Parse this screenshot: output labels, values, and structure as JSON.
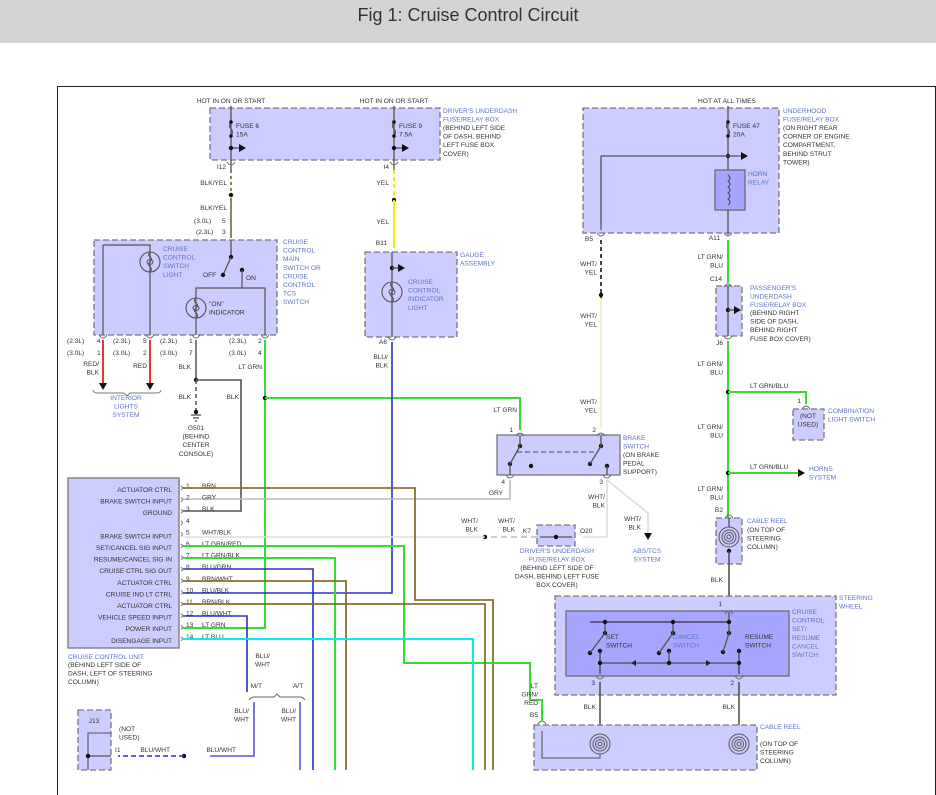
{
  "title": "Fig 1: Cruise Control Circuit",
  "wire_colors": {
    "BLK": "#555555",
    "YEL": "#f2f200",
    "LT_GRN": "#33dd33",
    "BLU": "#2233cc",
    "BLU_WHT": "#5555dd",
    "RED": "#ee3333",
    "BRN": "#8a6e2e",
    "GRY": "#bbbbbb",
    "WHT": "#dddddd",
    "LT_BLU": "#00eeee",
    "WHT_YEL": "#eeeeaa",
    "LT_GRN_RED": "#33dd33",
    "BLK_YEL": "#6b6b3a"
  },
  "power": {
    "hot1": "HOT IN ON OR START",
    "hot2": "HOT IN ON OR START",
    "hot3": "HOT AT ALL TIMES"
  },
  "drivers_fuse_box": {
    "label": [
      "DRIVER'S UNDERDASH",
      "FUSE/RELAY BOX"
    ],
    "location": [
      "(BEHIND LEFT SIDE",
      "OF DASH, BEHIND",
      "LEFT FUSE BOX",
      "COVER)"
    ],
    "fuse6": [
      "FUSE 6",
      "15A"
    ],
    "fuse9": [
      "FUSE 9",
      "7.5A"
    ],
    "conn_i12": "I12",
    "conn_i4": "I4"
  },
  "underhood_box": {
    "label": [
      "UNDERHOOD",
      "FUSE/RELAY BOX"
    ],
    "location": [
      "(ON RIGHT REAR",
      "CORNER OF ENGINE",
      "COMPARTMENT,",
      "BEHIND STRUT",
      "TOWER)"
    ],
    "fuse47": [
      "FUSE 47",
      "20A"
    ],
    "relay": [
      "HORN",
      "RELAY"
    ],
    "conn_b5": "B5",
    "conn_a11": "A11"
  },
  "wires_top": {
    "blk_yel_1": "BLK/YEL",
    "blk_yel_2": "BLK/YEL",
    "pin30": "(3.0L)",
    "pin30n": "5",
    "pin23": "(2.3L)",
    "pin23n": "3",
    "yel_1": "YEL",
    "yel_2": "YEL",
    "b11": "B11"
  },
  "main_switch": {
    "label": [
      "CRUISE",
      "CONTROL",
      "MAIN",
      "SWITCH OR",
      "CRUISE",
      "CONTROL",
      "TCS",
      "SWITCH"
    ],
    "light": [
      "CRUISE",
      "CONTROL",
      "SWITCH",
      "LIGHT"
    ],
    "off": "OFF",
    "on": "ON",
    "indicator": [
      "\"ON\"",
      "INDICATOR"
    ],
    "pins": [
      {
        "l23": "(2.3L)",
        "n23": "4",
        "l30": "(3.0L)",
        "n30": "1"
      },
      {
        "l23": "(2.3L)",
        "n23": "5",
        "l30": "(3.0L)",
        "n30": "2"
      },
      {
        "l23": "(2.3L)",
        "n23": "1",
        "l30": "(3.0L)",
        "n30": "7"
      },
      {
        "l23": "(2.3L)",
        "n23": "2",
        "l30": "(3.0L)",
        "n30": "4"
      }
    ],
    "wire_red_blk": [
      "RED/",
      "BLK"
    ],
    "wire_red": "RED",
    "wire_blk": "BLK",
    "wire_ltgrn": "LT GRN",
    "interior": [
      "INTERIOR",
      "LIGHTS",
      "SYSTEM"
    ]
  },
  "ground": {
    "wire1": "BLK",
    "wire2": "BLK",
    "label": [
      "G501",
      "(BEHIND",
      "CENTER",
      "CONSOLE)"
    ]
  },
  "gauge": {
    "label": [
      "GAUGE",
      "ASSEMBLY"
    ],
    "light": [
      "CRUISE",
      "CONTROL",
      "INDICATOR",
      "LIGHT"
    ],
    "conn_a6": "A6",
    "wire": [
      "BLU/",
      "BLK"
    ]
  },
  "horn_path": {
    "wht_yel_1": [
      "WHT/",
      "YEL"
    ],
    "wht_yel_2": [
      "WHT/",
      "YEL"
    ],
    "wht_yel_3": [
      "WHT/",
      "YEL"
    ],
    "ltgrnblu_1": [
      "LT GRN/",
      "BLU"
    ],
    "c14": "C14",
    "j6": "J6",
    "ltgrnblu_2": [
      "LT GRN/",
      "BLU"
    ],
    "ltgrnblu_3": "LT GRN/BLU",
    "ltgrnblu_4": [
      "LT GRN/",
      "BLU"
    ],
    "ltgrnblu_5": "LT GRN/BLU",
    "ltgrnblu_6": [
      "LT GRN/",
      "BLU"
    ],
    "b2": "B2"
  },
  "passenger_box": {
    "label": [
      "PASSENGER'S",
      "UNDERDASH",
      "FUSE/RELAY BOX"
    ],
    "location": [
      "(BEHIND RIGHT",
      "SIDE OF DASH,",
      "BEHIND RIGHT",
      "FUSE BOX COVER)"
    ]
  },
  "combo_switch": {
    "pin": "1",
    "not_used": [
      "(NOT",
      "USED)"
    ],
    "label": [
      "COMBINATION",
      "LIGHT SWITCH"
    ]
  },
  "horns": [
    "HORNS",
    "SYSTEM"
  ],
  "brake_switch": {
    "label": [
      "BRAKE",
      "SWITCH"
    ],
    "location": [
      "(ON BRAKE",
      "PEDAL",
      "SUPPORT)"
    ],
    "wire_in": "LT GRN",
    "pin1": "1",
    "pin2": "2",
    "pin3": "3",
    "pin4": "4",
    "wire_gry": "GRY",
    "wire_wht_blk": [
      "WHT/",
      "BLK"
    ],
    "wire_wht_blk2": [
      "WHT/",
      "BLK"
    ],
    "abs": [
      "ABS/TCS",
      "SYSTEM"
    ]
  },
  "k7_box": {
    "k7": "K7",
    "o20": "O20",
    "w1": [
      "WHT/",
      "BLK"
    ],
    "w2": [
      "WHT/",
      "BLK"
    ],
    "label": [
      "DRIVER'S UNDERDASH",
      "FUSE/RELAY BOX"
    ],
    "location": [
      "(BEHIND LEFT SIDE OF",
      "DASH, BEHIND LEFT FUSE",
      "BOX COVER)"
    ]
  },
  "ccu": {
    "rows": [
      {
        "label": "ACTUATOR CTRL",
        "pin": "1",
        "wire": "BRN"
      },
      {
        "label": "BRAKE SWITCH INPUT",
        "pin": "2",
        "wire": "GRY"
      },
      {
        "label": "GROUND",
        "pin": "3",
        "wire": "BLK"
      },
      {
        "label": "",
        "pin": "4",
        "wire": ""
      },
      {
        "label": "BRAKE SWITCH INPUT",
        "pin": "5",
        "wire": "WHT/BLK"
      },
      {
        "label": "SET/CANCEL SIG INPUT",
        "pin": "6",
        "wire": "LT GRN/RED"
      },
      {
        "label": "RESUME/CANCEL SIG IN",
        "pin": "7",
        "wire": "LT GRN/BLK"
      },
      {
        "label": "CRUISE CTRL SIG OUT",
        "pin": "8",
        "wire": "BLU/GRN"
      },
      {
        "label": "ACTUATOR CTRL",
        "pin": "9",
        "wire": "BRN/WHT"
      },
      {
        "label": "CRUISE IND LT CTRL",
        "pin": "10",
        "wire": "BLU/BLK"
      },
      {
        "label": "ACTUATOR CTRL",
        "pin": "11",
        "wire": "BRN/BLK"
      },
      {
        "label": "VEHICLE SPEED INPUT",
        "pin": "12",
        "wire": "BLU/WHT"
      },
      {
        "label": "POWER INPUT",
        "pin": "13",
        "wire": "LT GRN"
      },
      {
        "label": "DISENGAGE INPUT",
        "pin": "14",
        "wire": "LT BLU"
      }
    ],
    "name": "CRUISE CONTROL UNIT",
    "location": [
      "(BEHIND LEFT SIDE OF",
      "DASH, LEFT OF STEERING",
      "COLUMN)"
    ]
  },
  "speed": {
    "blu_wht_1": [
      "BLU/",
      "WHT"
    ],
    "mt": "M/T",
    "at": "A/T",
    "blu_wht_2": [
      "BLU/",
      "WHT"
    ],
    "blu_wht_3": [
      "BLU/",
      "WHT"
    ],
    "blu_wht_4": "BLU/WHT",
    "blu_wht_5": "BLU/WHT",
    "j13": "J13",
    "not_used": [
      "(NOT",
      "USED)"
    ],
    "i1": "I1"
  },
  "cable_reel_top": {
    "label": [
      "CABLE REEL"
    ],
    "location": [
      "(ON TOP OF",
      "STEERING",
      "COLUMN)"
    ],
    "wire_blk": "BLK"
  },
  "steering_wheel": {
    "label": [
      "STEERING",
      "WHEEL"
    ],
    "pin1": "1",
    "switch_label": [
      "CRUISE",
      "CONTROL",
      "SET/",
      "RESUME",
      "CANCEL",
      "SWITCH"
    ],
    "set": [
      "SET",
      "SWITCH"
    ],
    "cancel": [
      "CANCEL",
      "SWITCH"
    ],
    "resume": [
      "RESUME",
      "SWITCH"
    ],
    "pin3": "3",
    "pin2": "2",
    "blk_l": "BLK",
    "blk_r": "BLK"
  },
  "cable_reel_bottom": {
    "label": [
      "CABLE REEL"
    ],
    "location": [
      "(ON TOP OF",
      "STEERING",
      "COLUMN)"
    ],
    "wire": [
      "LT",
      "GRN/",
      "RED"
    ],
    "b5": "B5"
  }
}
